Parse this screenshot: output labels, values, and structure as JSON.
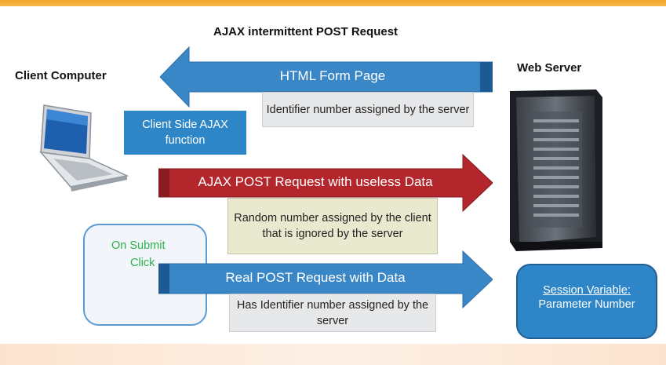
{
  "header": {
    "title": "AJAX intermittent POST Request",
    "client_label": "Client Computer",
    "server_label": "Web Server"
  },
  "client_ajax_box": {
    "text": "Client Side AJAX function"
  },
  "arrows": [
    {
      "text": "HTML Form Page",
      "direction": "left",
      "color": "#3a87c8"
    },
    {
      "text": "AJAX  POST Request with useless Data",
      "direction": "right",
      "color": "#b3262c"
    },
    {
      "text": "Real POST Request with Data",
      "direction": "right",
      "color": "#3a87c8"
    }
  ],
  "notes": [
    {
      "text": "Identifier number assigned by the server"
    },
    {
      "text": "Random number assigned by the client that is ignored by the server"
    },
    {
      "text": "Has Identifier number assigned by the server"
    }
  ],
  "submit_box": {
    "line1": "On Submit",
    "line2": "Click"
  },
  "session_box": {
    "line1": "Session Variable:",
    "line2": "Parameter Number"
  },
  "icons": {
    "client": "laptop-icon",
    "server": "server-tower-icon"
  },
  "colors": {
    "accent_blue": "#2f86c6",
    "red_arrow": "#b3262c",
    "header_bar": "#f3a72a"
  }
}
